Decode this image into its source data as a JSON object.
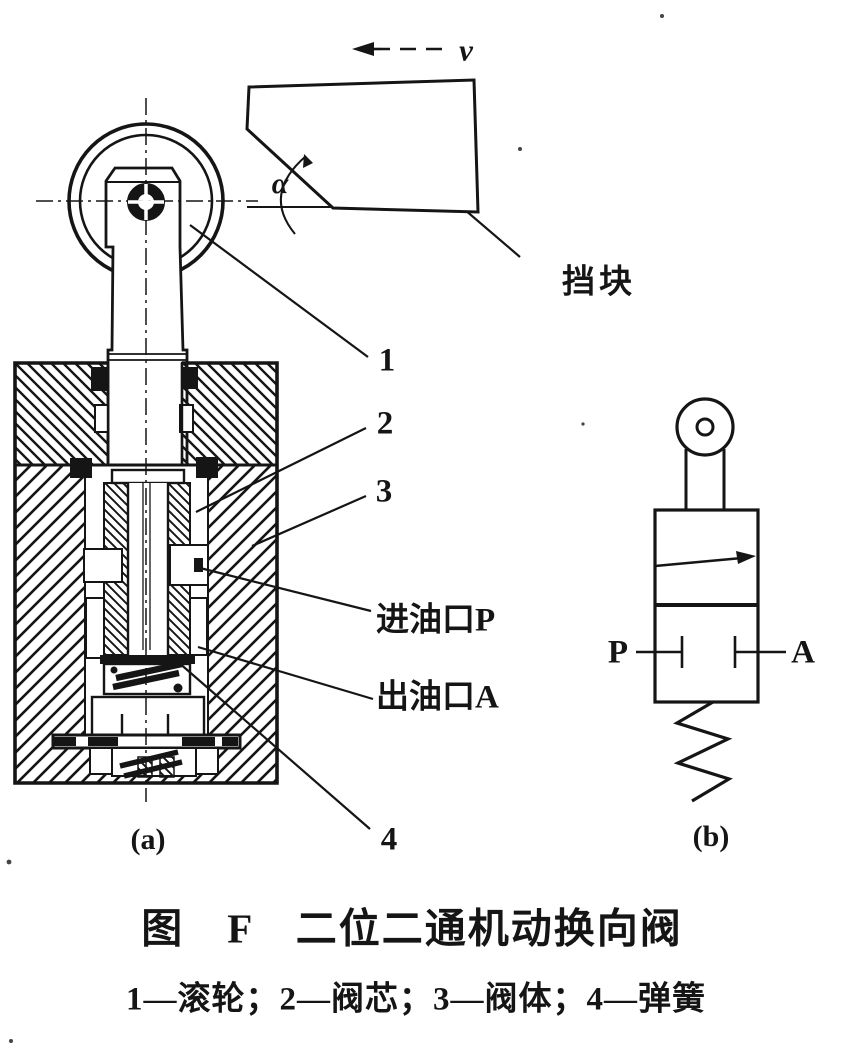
{
  "figure": {
    "caption_title": "图　F　二位二通机动换向阀",
    "caption_parts": "1—滚轮；2—阀芯；3—阀体；4—弹簧",
    "sub_label_a": "(a)",
    "sub_label_b": "(b)"
  },
  "section_view": {
    "part_1": "1",
    "part_2": "2",
    "part_3": "3",
    "part_4": "4",
    "inlet_label": "进油口P",
    "outlet_label": "出油口A"
  },
  "cam_sketch": {
    "block_label": "挡块",
    "velocity_label": "v",
    "angle_label": "α"
  },
  "symbol_view": {
    "port_p": "P",
    "port_a": "A"
  },
  "colors": {
    "ink": "#151515",
    "paper": "#ffffff"
  }
}
